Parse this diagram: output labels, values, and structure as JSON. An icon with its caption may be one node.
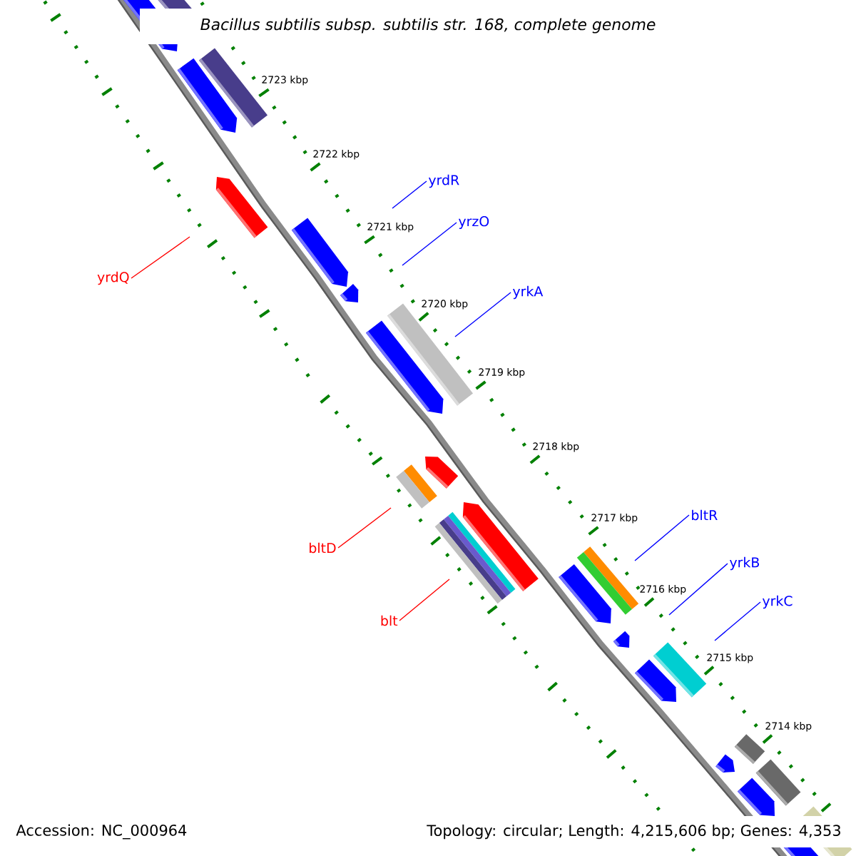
{
  "diagram": {
    "title": "Bacillus subtilis subsp. subtilis str. 168, complete genome",
    "nodes": [
      {
        "text": [
          "yrdR"
        ]
      },
      {
        "text": [
          "yrzO"
        ]
      },
      {
        "text": [
          "yrdQ"
        ]
      },
      {
        "text": [
          "yrkA"
        ]
      },
      {
        "text": [
          "bltR"
        ]
      },
      {
        "text": [
          "bltD"
        ]
      },
      {
        "text": [
          "yrkB"
        ]
      },
      {
        "text": [
          "yrkC"
        ]
      },
      {
        "text": [
          "blt"
        ]
      }
    ],
    "edges": [
      {
        "from": 0,
        "to": null,
        "arrow": "none"
      },
      {
        "from": 1,
        "to": null,
        "arrow": "none"
      },
      {
        "from": 2,
        "to": null,
        "arrow": "none",
        "color": "#ff0000"
      },
      {
        "from": 3,
        "to": null,
        "arrow": "none"
      },
      {
        "from": 4,
        "to": null,
        "arrow": "none"
      },
      {
        "from": 5,
        "to": null,
        "arrow": "none",
        "color": "#ff0000"
      },
      {
        "from": 6,
        "to": null,
        "arrow": "none"
      },
      {
        "from": 7,
        "to": null,
        "arrow": "none"
      },
      {
        "from": 8,
        "to": null,
        "arrow": "none",
        "color": "#ff0000"
      }
    ],
    "labels": [
      "2723 kbp",
      "2722 kbp",
      "2721 kbp",
      "2720 kbp",
      "2719 kbp",
      "2718 kbp",
      "2717 kbp",
      "2716 kbp",
      "2715 kbp",
      "2714 kbp",
      "Accession: NC_000964",
      "Topology: circular; Length: 4,215,606 bp; Genes: 4,353"
    ]
  }
}
